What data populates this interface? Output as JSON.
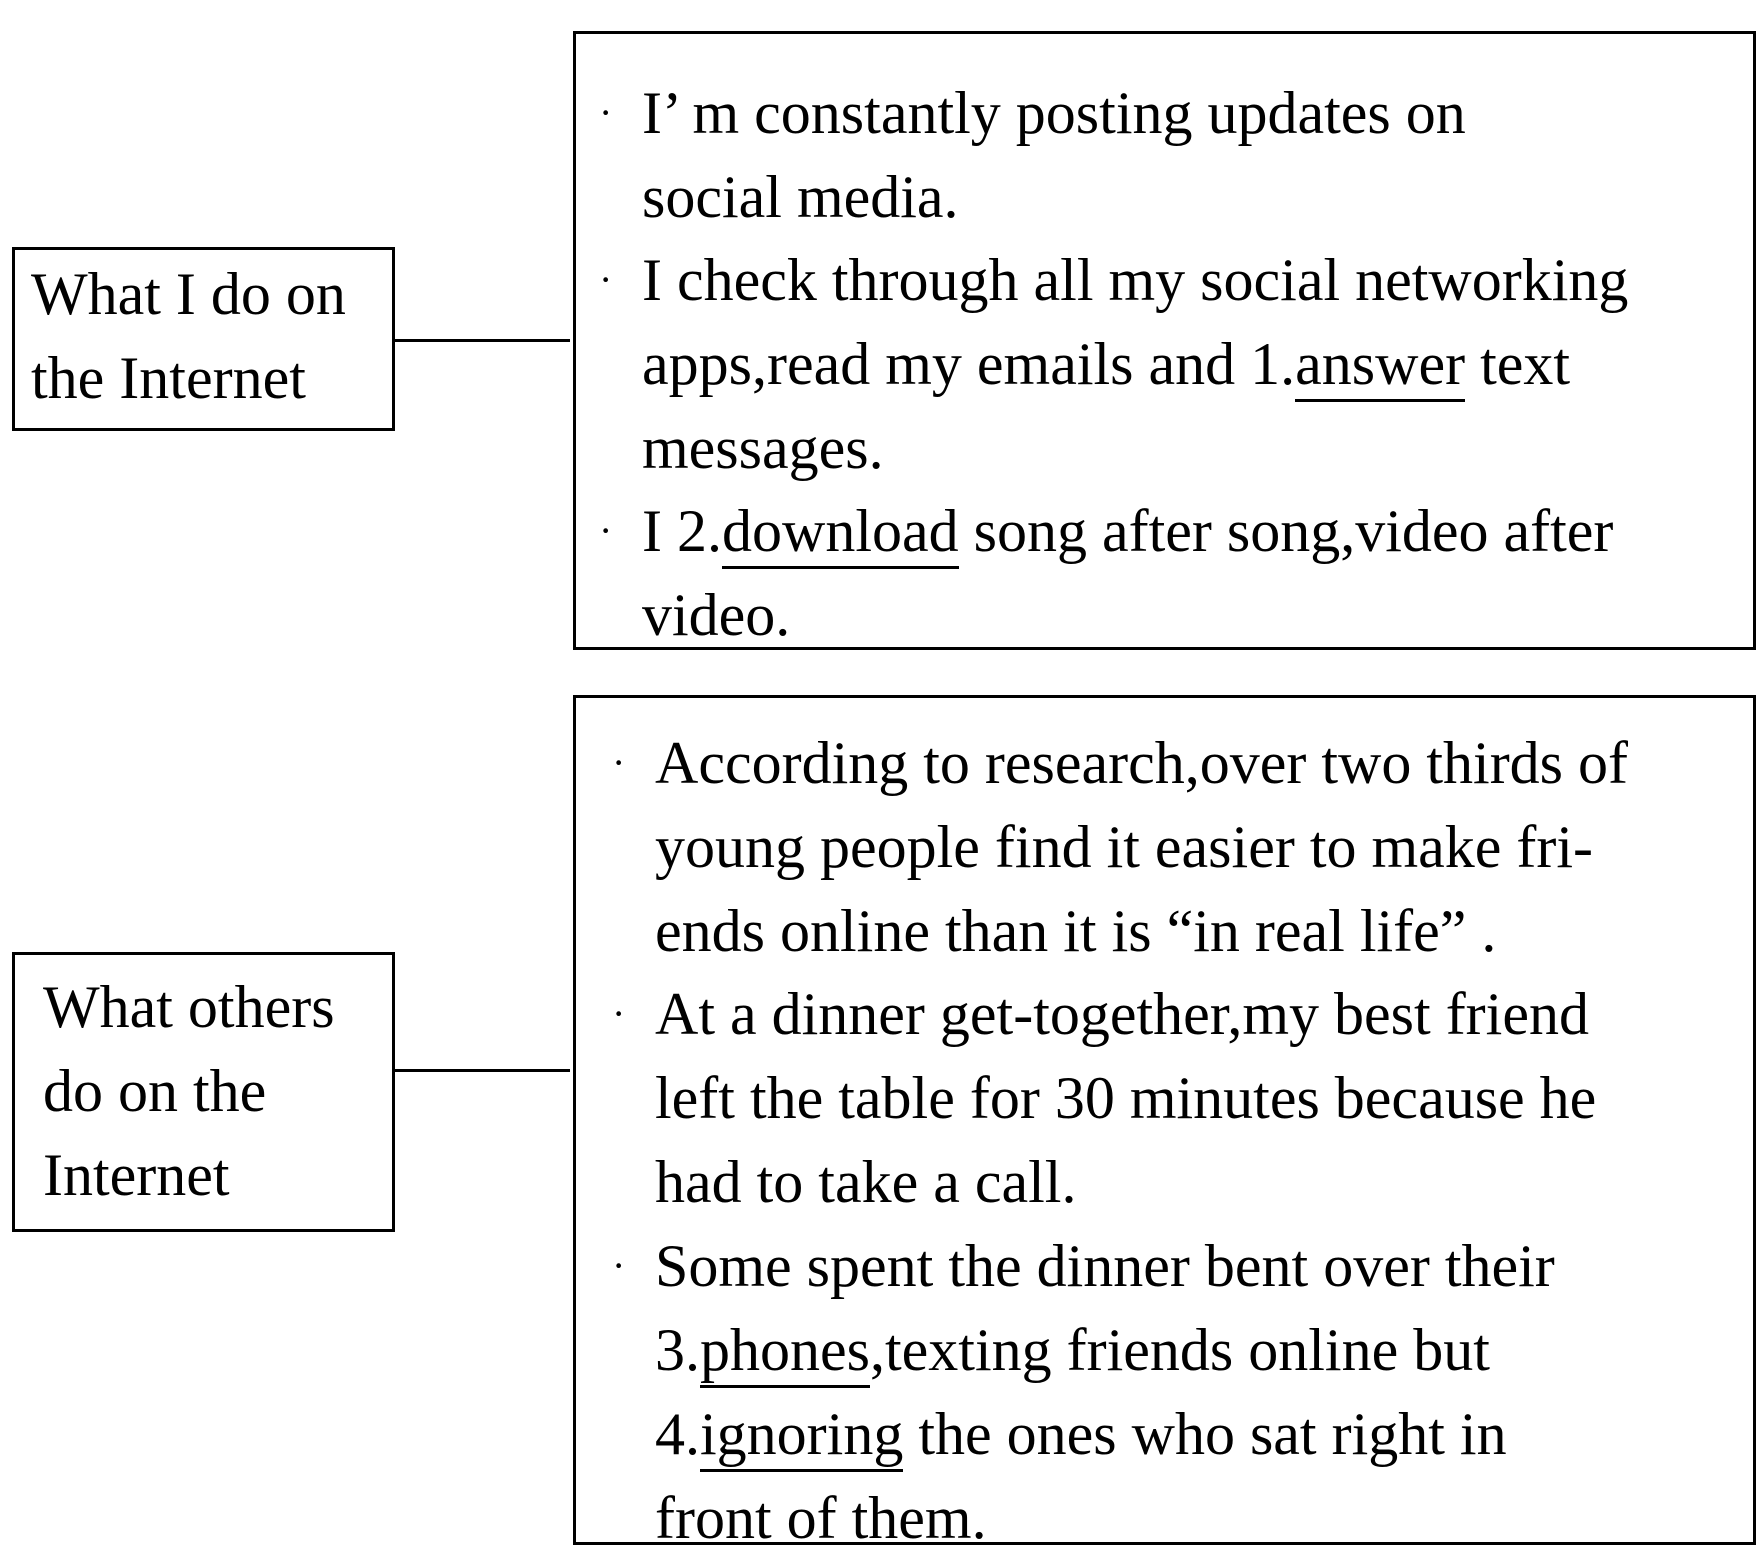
{
  "left_labels": [
    {
      "lines": [
        "What I do on",
        "the Internet"
      ]
    },
    {
      "lines": [
        "What others",
        "do on the",
        "Internet"
      ]
    }
  ],
  "box1": {
    "bullet": "·",
    "item1": {
      "lines": [
        "I’ m constantly posting updates on",
        "social media."
      ]
    },
    "item2": {
      "line1": "I check through all my social networking",
      "line2_before": "apps,read my emails and 1.",
      "line2_answer": "answer",
      "line2_after": " text",
      "line3": "messages."
    },
    "item3": {
      "line1_before": "I 2.",
      "line1_answer": "download",
      "line1_after": " song after song,video after",
      "line2": "video."
    }
  },
  "box2": {
    "bullet": "·",
    "item1": {
      "lines": [
        "According to research,over two thirds of",
        "young people find it easier to make fri-",
        "ends online than it is “in real life” ."
      ]
    },
    "item2": {
      "lines": [
        "At a dinner get-together,my best friend",
        "left the table for 30 minutes because he",
        "had to take a call."
      ]
    },
    "item3": {
      "line1": "Some spent the dinner bent over their",
      "line2_before": "3.",
      "line2_answer": "phones",
      "line2_after": ",texting friends online but",
      "line3_before": "4.",
      "line3_answer": "ignoring",
      "line3_after": " the ones who sat right in",
      "line4": "front of them."
    }
  }
}
